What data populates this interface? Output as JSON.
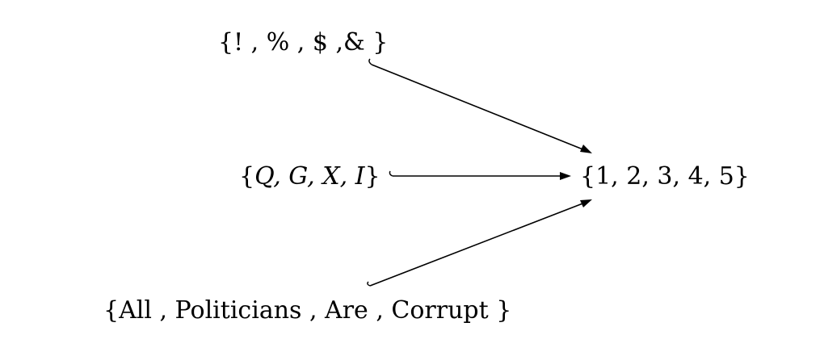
{
  "diagram": {
    "type": "injection-maps",
    "sources": [
      {
        "id": "symbols",
        "text": "{! , % , $ ,& }",
        "italic": false
      },
      {
        "id": "letters",
        "text": "{Q, G, X, I}",
        "italic": true
      },
      {
        "id": "words",
        "text": "{All , Politicians , Are , Corrupt }",
        "italic": false
      }
    ],
    "target": {
      "id": "numbers",
      "text": "{1, 2, 3, 4, 5}"
    },
    "edges": [
      {
        "from": "symbols",
        "to": "numbers",
        "style": "hook-arrow"
      },
      {
        "from": "letters",
        "to": "numbers",
        "style": "hook-arrow"
      },
      {
        "from": "words",
        "to": "numbers",
        "style": "hook-arrow"
      }
    ]
  }
}
